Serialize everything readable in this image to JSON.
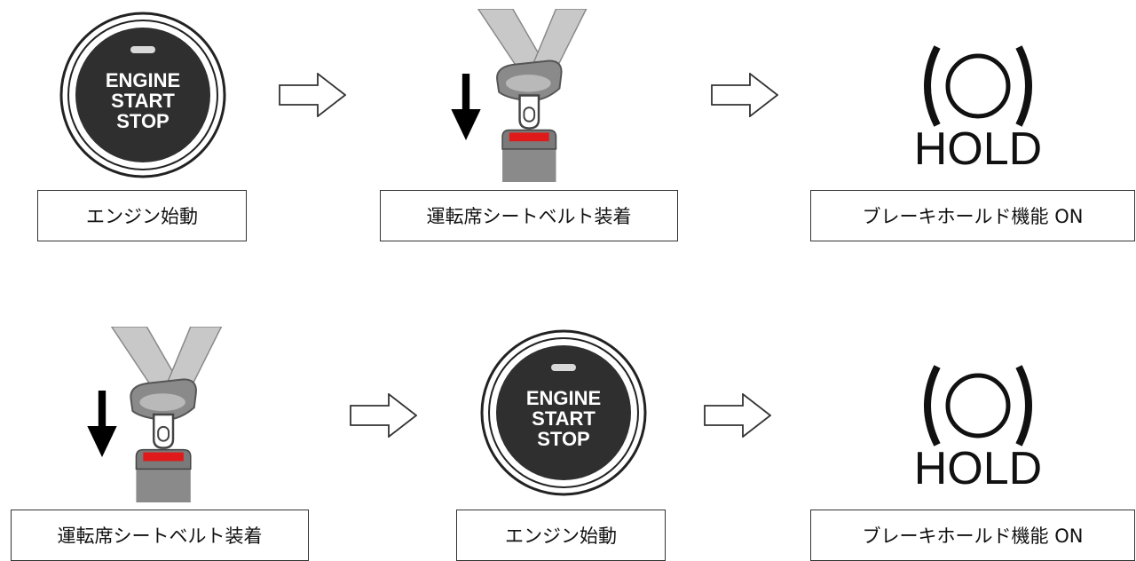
{
  "engine_button": {
    "line1": "ENGINE",
    "line2": "START",
    "line3": "STOP"
  },
  "hold_indicator": {
    "text": "HOLD"
  },
  "labels": {
    "engine_start": "エンジン始動",
    "seatbelt": "運転席シートベルト装着",
    "brake_hold": "ブレーキホールド機能 ON"
  },
  "colors": {
    "belt": "#c8c8c8",
    "buckle_red": "#e01a1a",
    "button_dark": "#2f2f2f",
    "arrow": "#000000"
  },
  "rows": [
    {
      "steps": [
        "engine_start",
        "seatbelt",
        "brake_hold"
      ]
    },
    {
      "steps": [
        "seatbelt",
        "engine_start",
        "brake_hold"
      ]
    }
  ]
}
